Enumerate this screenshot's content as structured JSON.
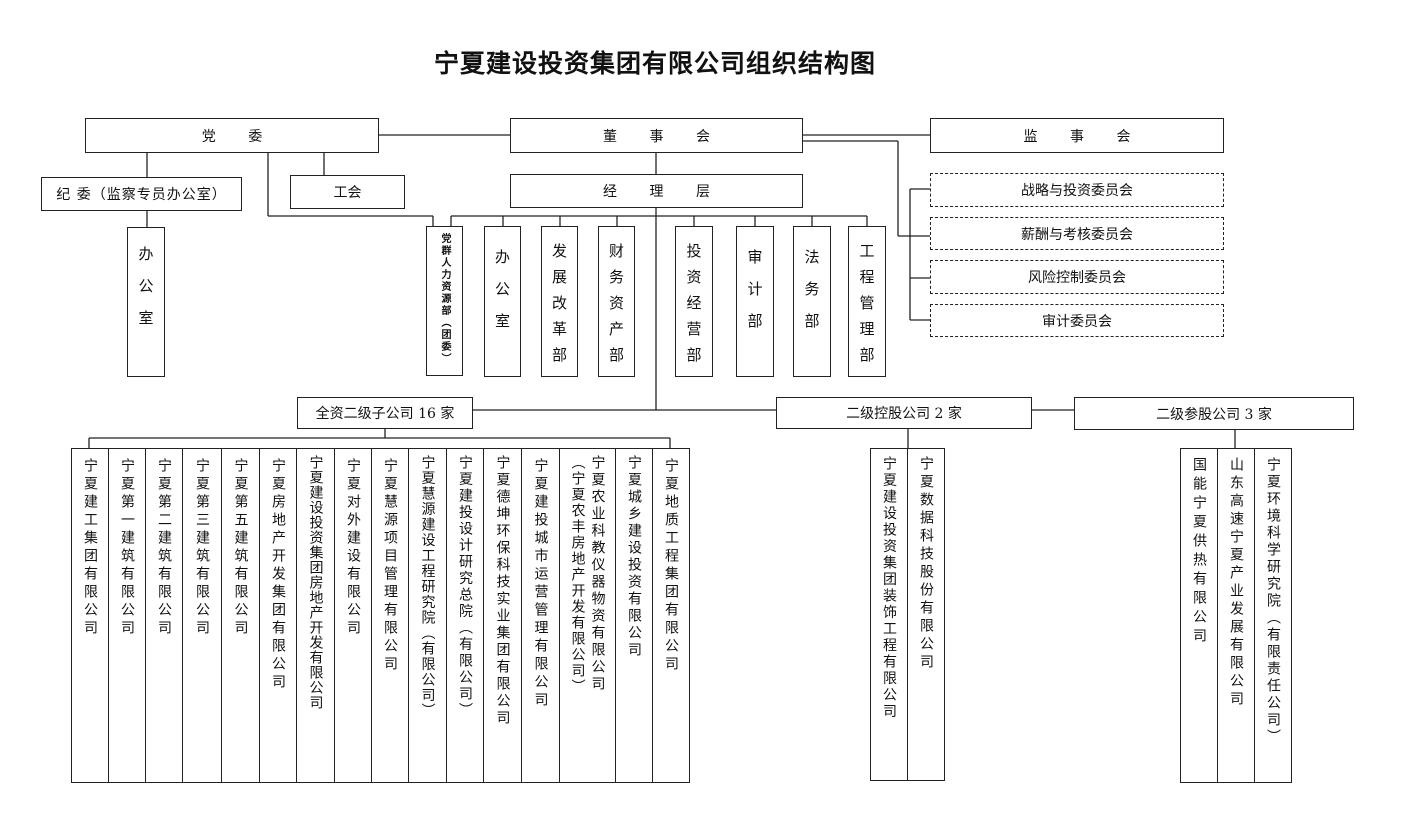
{
  "title": "宁夏建设投资集团有限公司组织结构图",
  "top": {
    "party": "党 委",
    "board": "董 事 会",
    "supervisory": "监 事 会",
    "discipline": "纪 委（监察专员办公室）",
    "union": "工会",
    "management": "经 理 层",
    "discipline_office": "办公室"
  },
  "committees": [
    "战略与投资委员会",
    "薪酬与考核委员会",
    "风险控制委员会",
    "审计委员会"
  ],
  "departments": [
    "党群人力资源部（团委）",
    "办公室",
    "发展改革部",
    "财务资产部",
    "投资经营部",
    "审计部",
    "法务部",
    "工程管理部"
  ],
  "groups": {
    "wholly_owned": "全资二级子公司 16 家",
    "holding": "二级控股公司 2 家",
    "participating": "二级参股公司 3 家"
  },
  "wholly_owned_companies": [
    "宁夏建工集团有限公司",
    "宁夏第一建筑有限公司",
    "宁夏第二建筑有限公司",
    "宁夏第三建筑有限公司",
    "宁夏第五建筑有限公司",
    "宁夏房地产开发集团有限公司",
    "宁夏建设投资集团房地产开发有限公司",
    "宁夏对外建设有限公司",
    "宁夏慧源项目管理有限公司",
    "宁夏慧源建设工程研究院（有限公司）",
    "宁夏建投设计研究总院（有限公司）",
    "宁夏德坤环保科技实业集团有限公司",
    "宁夏建投城市运营管理有限公司",
    [
      "宁夏农业科教仪器物资有限公司",
      "（宁夏农丰房地产开发有限公司）"
    ],
    "宁夏城乡建设投资有限公司",
    "宁夏地质工程集团有限公司"
  ],
  "holding_companies": [
    "宁夏建设投资集团装饰工程有限公司",
    "宁夏数据科技股份有限公司"
  ],
  "participating_companies": [
    "国能宁夏供热有限公司",
    "山东高速宁夏产业发展有限公司",
    "宁夏环境科学研究院（有限责任公司）"
  ]
}
